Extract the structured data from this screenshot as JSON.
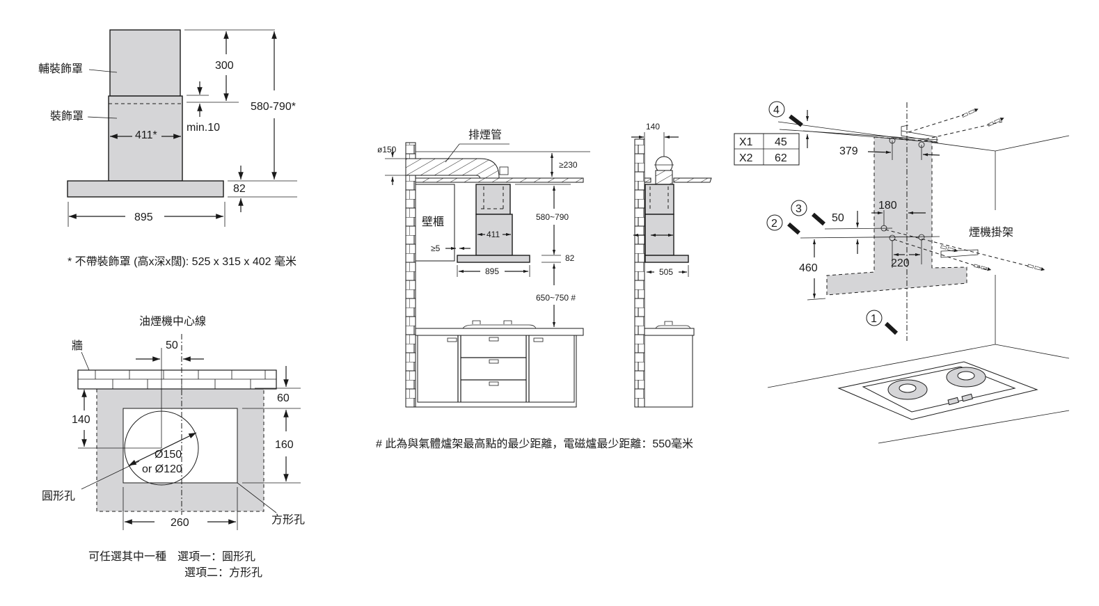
{
  "hood_dimensions": {
    "label_upper_cover": "輔裝飾罩",
    "label_cover": "裝飾罩",
    "width_cover": "411*",
    "height_upper": "300",
    "min_overlap": "min.10",
    "height_range": "580-790*",
    "base_height": "82",
    "base_width": "895",
    "footnote": "* 不帶裝飾罩 (高x深x闊): 525 x 315 x 402 毫米"
  },
  "wall_opening": {
    "title": "油煙機中心線",
    "wall_label": "牆",
    "offset": "50",
    "height_140": "140",
    "top_60": "60",
    "height_160": "160",
    "diameter_1": "Ø150",
    "diameter_2": "or Ø120",
    "round_hole": "圓形孔",
    "square_hole": "方形孔",
    "width_260": "260",
    "note_line1": "可任選其中一種　選項一：圓形孔",
    "note_line2": "選項二：方形孔"
  },
  "installation_front": {
    "duct_label": "排煙管",
    "duct_diameter": "ø150",
    "clearance_230": "≥230",
    "cabinet_label": "壁櫃",
    "gap_5": "≥5",
    "width_411": "411",
    "height_580_790": "580~790",
    "base_82": "82",
    "width_895": "895",
    "height_650_750": "650~750 #",
    "footnote": "# 此為與氣體爐架最高點的最少距離，電磁爐最少距離：550毫米"
  },
  "installation_side": {
    "offset_140": "140",
    "depth_505": "505"
  },
  "bracket_mounting": {
    "table": [
      {
        "key": "X1",
        "value": "45"
      },
      {
        "key": "X2",
        "value": "62"
      }
    ],
    "steps": [
      "1",
      "2",
      "3",
      "4"
    ],
    "dim_379": "379",
    "dim_180": "180",
    "dim_50": "50",
    "dim_460": "460",
    "dim_220": "220",
    "bracket_label": "煙機掛架"
  }
}
